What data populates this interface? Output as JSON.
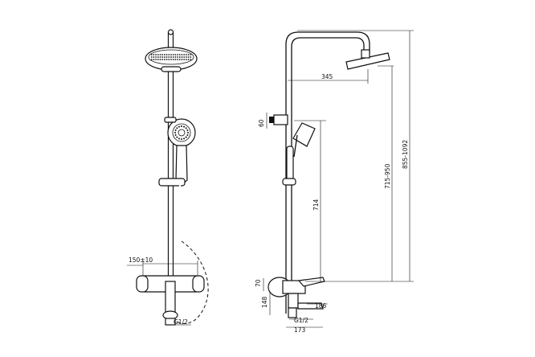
{
  "drawing": {
    "front_view": {
      "labels": {
        "spacing": "150±10",
        "inlet_thread": "G1/2"
      }
    },
    "side_view": {
      "labels": {
        "arm_reach": "345",
        "bracket_height": "60",
        "slide_height": "714",
        "adjust_range": "715-950",
        "total_height": "855-1092",
        "valve_height": "70",
        "spout_drop": "148",
        "spout_height": "186",
        "inlet_thread": "G1/2",
        "spout_length": "173"
      }
    }
  }
}
